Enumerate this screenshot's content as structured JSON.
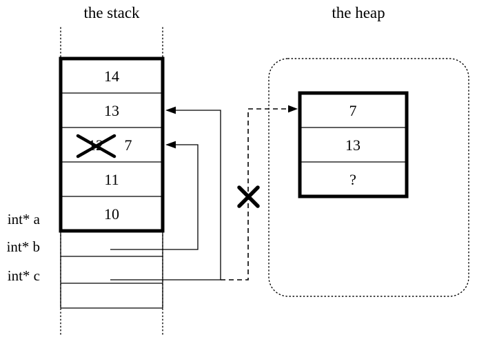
{
  "titles": {
    "stack": "the stack",
    "heap": "the heap"
  },
  "stack": {
    "cells": [
      {
        "value": "14"
      },
      {
        "value": "13"
      },
      {
        "old_value": "12",
        "new_value": "7",
        "crossed_out": true
      },
      {
        "value": "11"
      },
      {
        "value": "10"
      }
    ],
    "pointer_vars": [
      {
        "label": "int* a"
      },
      {
        "label": "int* b"
      },
      {
        "label": "int* c"
      }
    ]
  },
  "heap": {
    "cells": [
      {
        "value": "7"
      },
      {
        "value": "13"
      },
      {
        "value": "?"
      }
    ]
  },
  "colors": {
    "ink": "#000000",
    "background": "#ffffff"
  }
}
